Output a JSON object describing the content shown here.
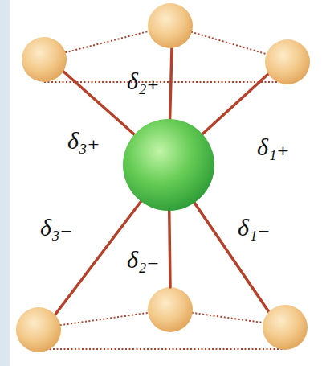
{
  "diagram": {
    "labels": [
      "δ₂₊",
      "δ₃₊",
      "δ₁₊",
      "δ₃₋",
      "δ₂₋",
      "δ₁₋"
    ]
  }
}
